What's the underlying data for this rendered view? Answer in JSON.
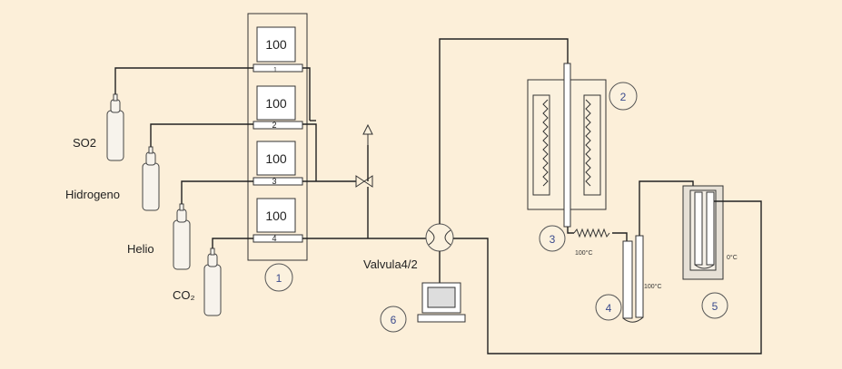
{
  "gases": [
    {
      "label": "SO2"
    },
    {
      "label": "Hidrogeno"
    },
    {
      "label": "Helio"
    },
    {
      "label": "CO₂"
    }
  ],
  "mass_flow_controllers": [
    {
      "value": "100",
      "line": "1"
    },
    {
      "value": "100",
      "line": "2"
    },
    {
      "value": "100",
      "line": "3"
    },
    {
      "value": "100",
      "line": "4"
    }
  ],
  "valve_label": "Valvula4/2",
  "components": [
    {
      "number": "1"
    },
    {
      "number": "2"
    },
    {
      "number": "3"
    },
    {
      "number": "4"
    },
    {
      "number": "5"
    },
    {
      "number": "6"
    }
  ],
  "temperatures": {
    "preheater": "100°C",
    "column": "100°C",
    "trap": "0°C"
  }
}
